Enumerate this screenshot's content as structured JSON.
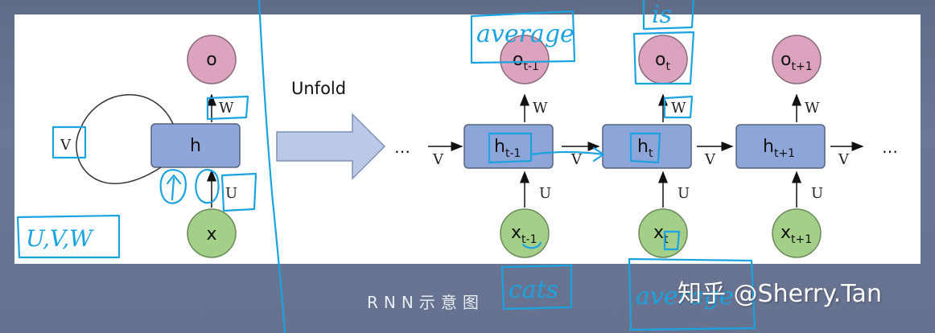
{
  "diagram": {
    "unfold_label": "Unfold",
    "folded": {
      "o": "o",
      "h": "h",
      "x": "x",
      "w": "W",
      "u": "U",
      "v": "V"
    },
    "unfolded": {
      "ellipsis_left": "…",
      "ellipsis_right": "…",
      "steps": [
        {
          "o_base": "o",
          "o_sub": "t-1",
          "h_base": "h",
          "h_sub": "t-1",
          "x_base": "x",
          "x_sub": "t-1",
          "w": "W",
          "u": "U",
          "v_in": "V"
        },
        {
          "o_base": "o",
          "o_sub": "t",
          "h_base": "h",
          "h_sub": "t",
          "x_base": "x",
          "x_sub": "t",
          "w": "W",
          "u": "U",
          "v_in": "V"
        },
        {
          "o_base": "o",
          "o_sub": "t+1",
          "h_base": "h",
          "h_sub": "t+1",
          "x_base": "x",
          "x_sub": "t+1",
          "w": "W",
          "u": "U",
          "v_in": "V"
        }
      ],
      "v_out": "V"
    },
    "colors": {
      "output": "#dba3bd",
      "hidden": "#8da5d8",
      "input": "#a3cf88",
      "annotation": "#1aa3e0"
    }
  },
  "annotations": {
    "average_top": "average",
    "is_top": "is",
    "uvw": "U,V,W",
    "cats": "cats",
    "average_bottom": "average"
  },
  "caption": "RNN示意图",
  "watermark": "知乎 @Sherry.Tan"
}
